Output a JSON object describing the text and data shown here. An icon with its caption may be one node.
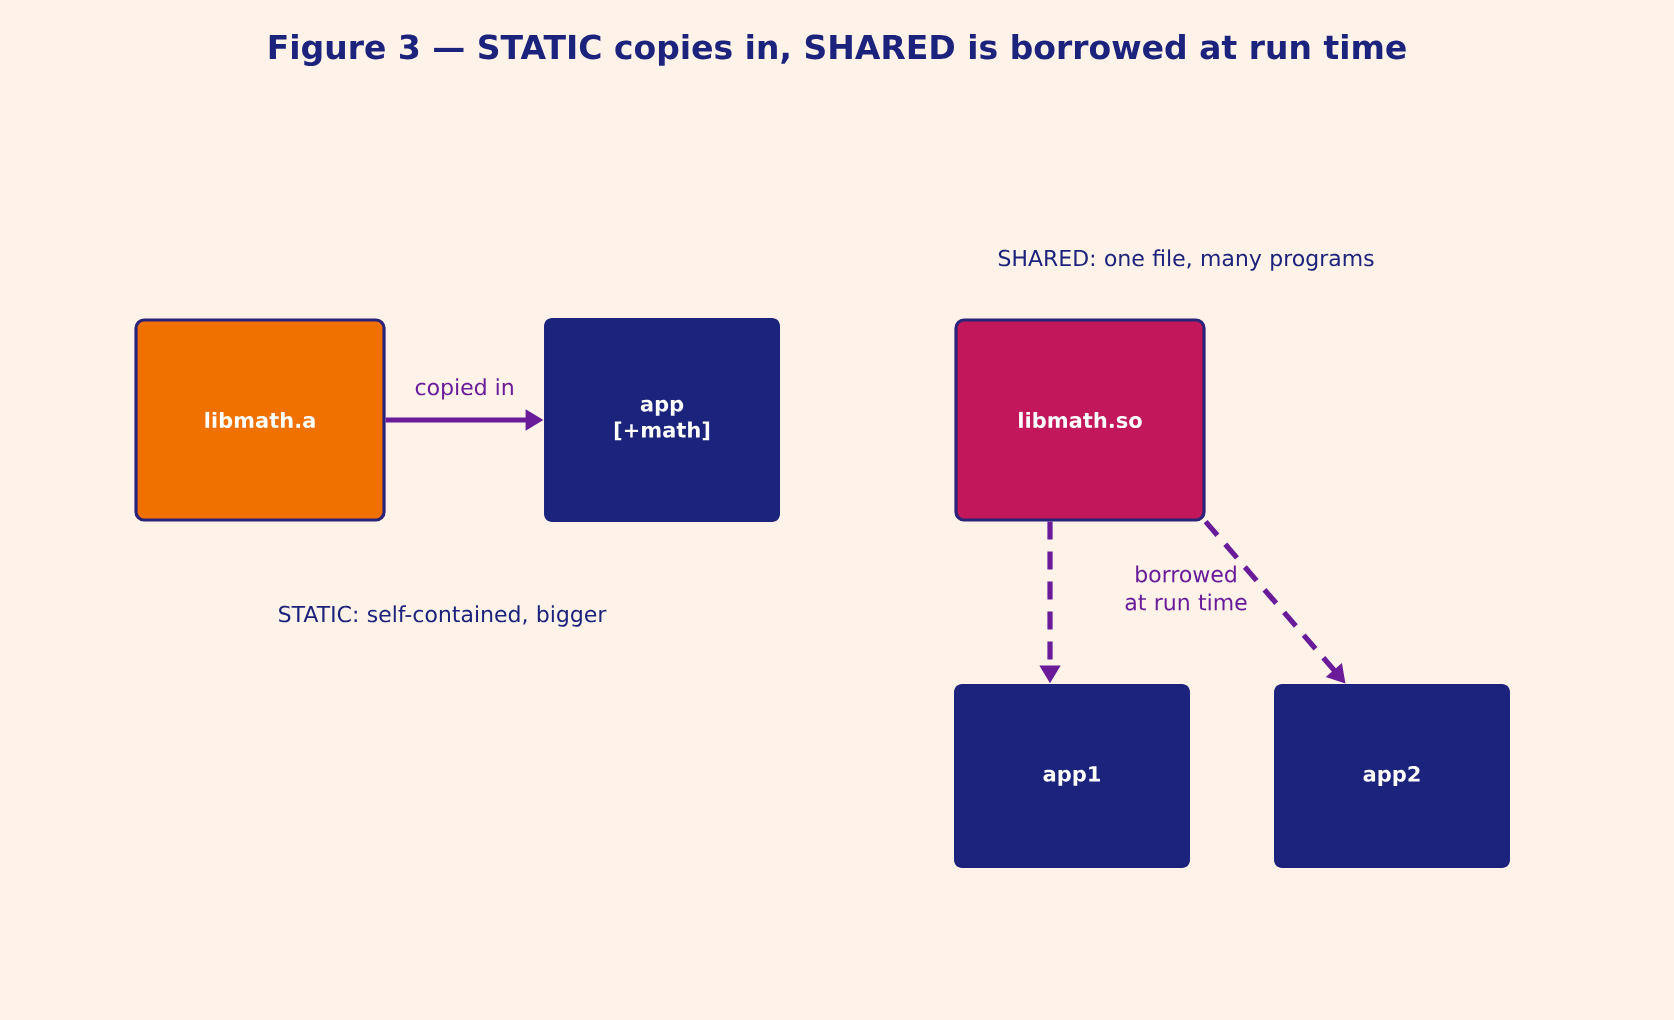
{
  "diagram": {
    "title": "Figure 3 — STATIC copies in, SHARED is borrowed at run time",
    "nodes": [
      {
        "text": [
          "libmath.a"
        ]
      },
      {
        "text": [
          "app [+math]"
        ]
      },
      {
        "text": [
          "libmath.so"
        ]
      },
      {
        "text": [
          "app1"
        ]
      },
      {
        "text": [
          "app2"
        ]
      }
    ],
    "edges": [
      {
        "from": 0,
        "to": 1,
        "arrow": "to",
        "label": "copied in"
      },
      {
        "from": 2,
        "to": 3,
        "arrow": "to",
        "style": "dashed"
      },
      {
        "from": 2,
        "to": 4,
        "arrow": "to",
        "style": "dashed"
      }
    ],
    "labels": [
      "SHARED: one file, many programs",
      "borrowed at run time",
      "STATIC: self-contained, bigger"
    ]
  }
}
